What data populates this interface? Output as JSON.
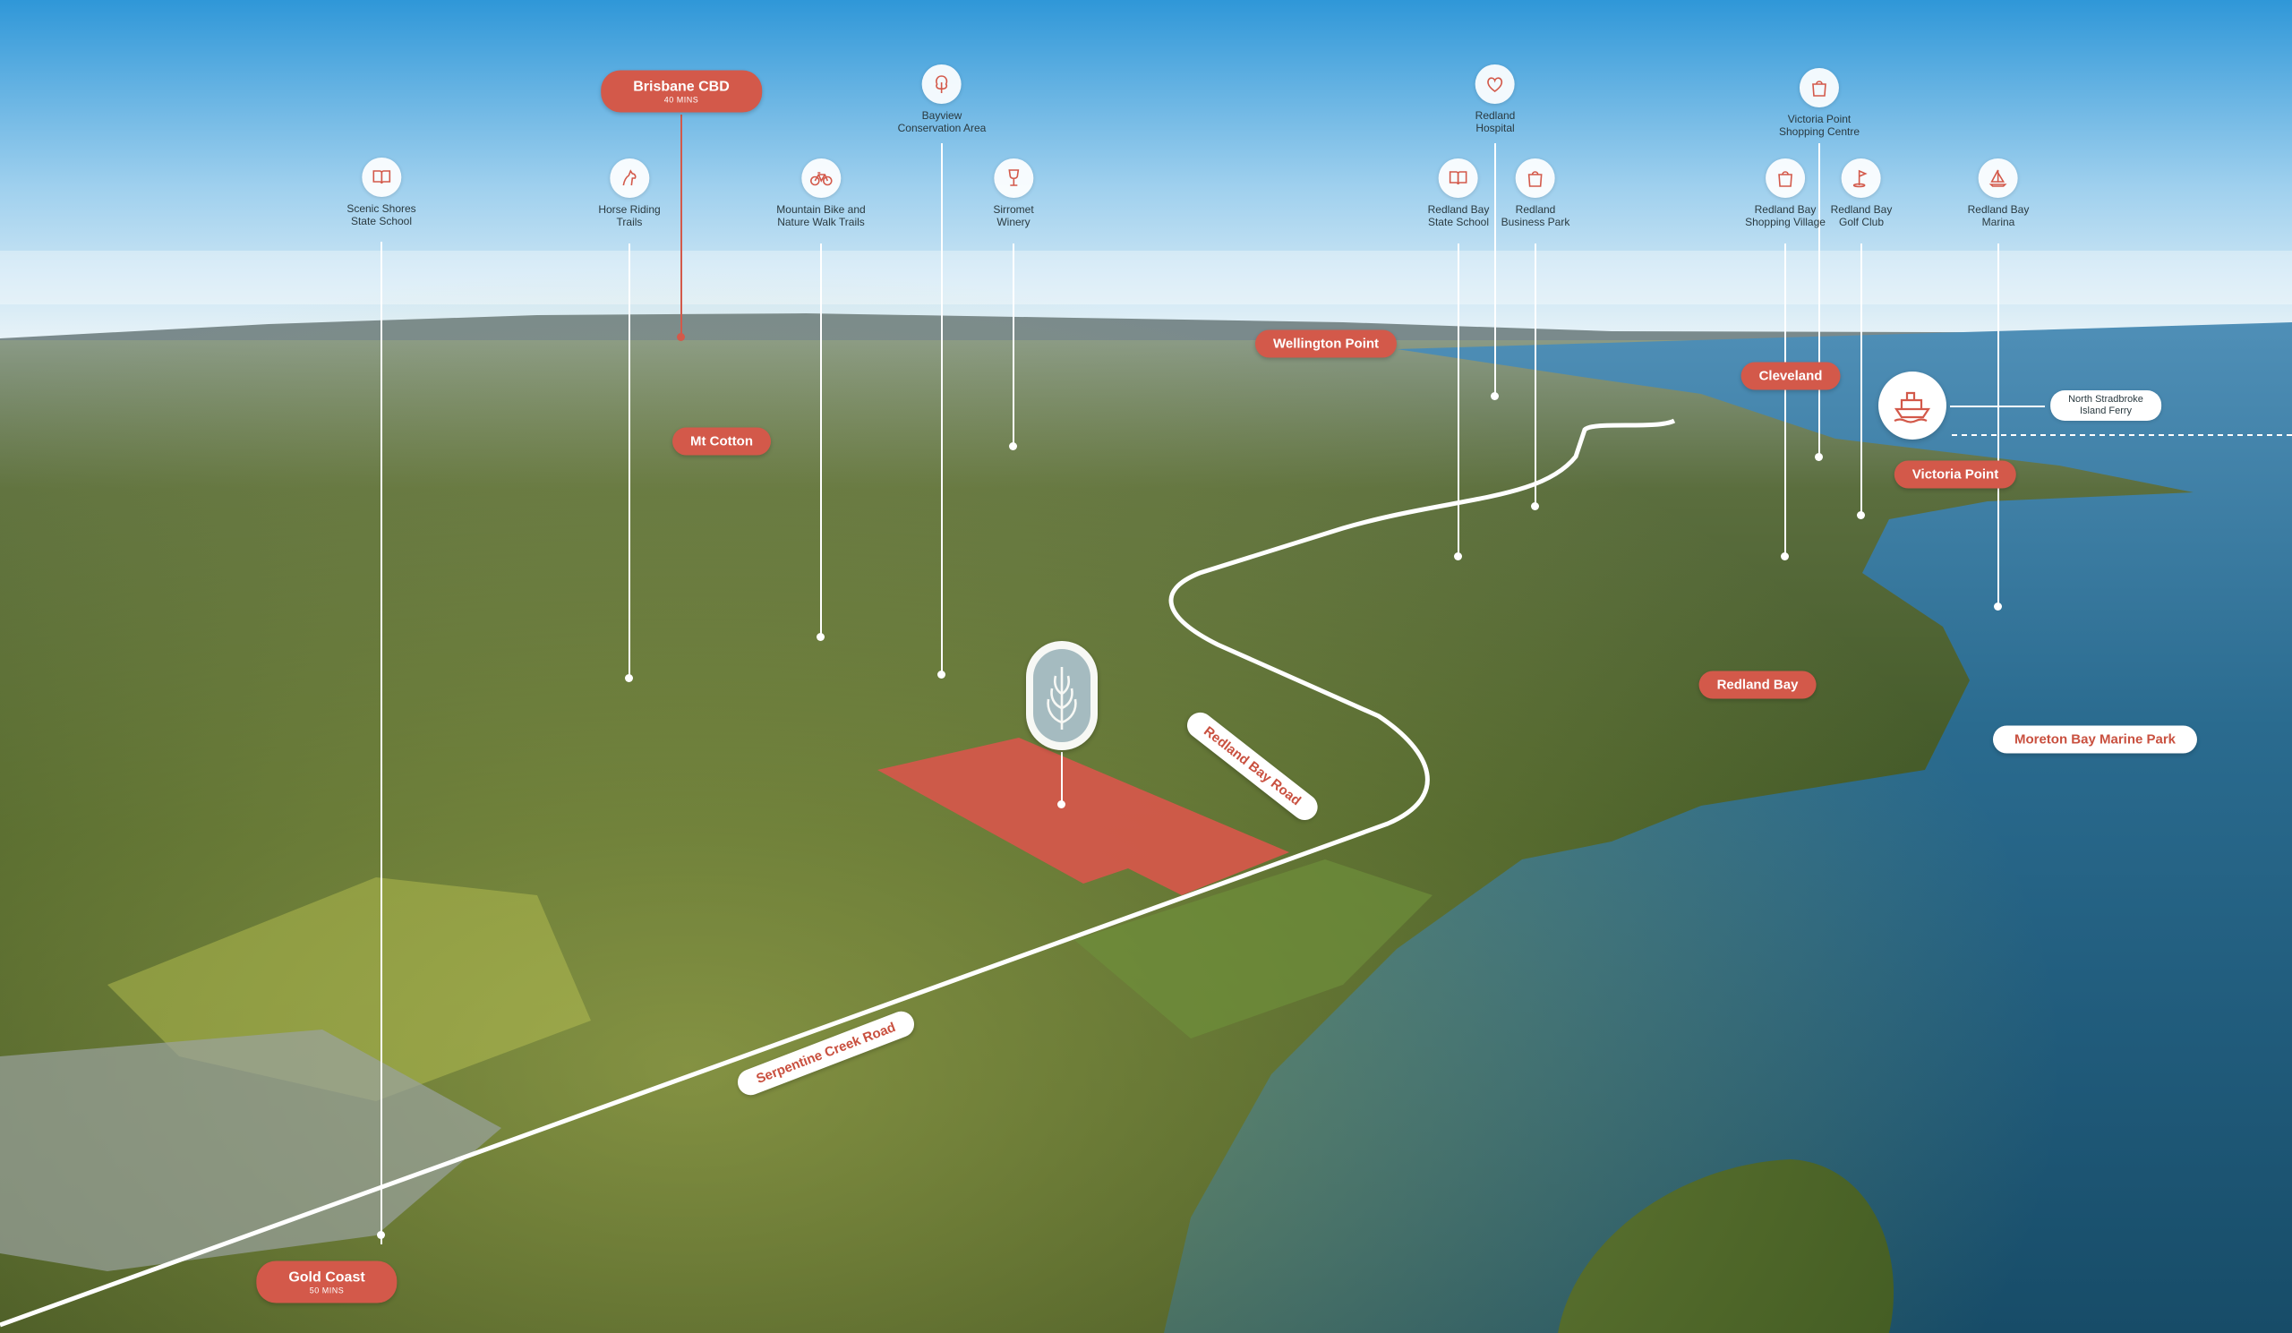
{
  "colors": {
    "accent": "#d3594a",
    "sky_top": "#3aa0dc",
    "water": "#1c5a78",
    "land": "#3f5a24",
    "site": "#d3594a"
  },
  "poi": [
    {
      "id": "scenic-shores-state-school",
      "label": "Scenic Shores\nState School",
      "icon": "book-icon"
    },
    {
      "id": "horse-riding-trails",
      "label": "Horse Riding\nTrails",
      "icon": "horse-icon"
    },
    {
      "id": "mountain-bike-trails",
      "label": "Mountain Bike and\nNature Walk Trails",
      "icon": "bicycle-icon"
    },
    {
      "id": "bayview-conservation",
      "label": "Bayview\nConservation Area",
      "icon": "tree-icon"
    },
    {
      "id": "sirromet-winery",
      "label": "Sirromet\nWinery",
      "icon": "wine-glass-icon"
    },
    {
      "id": "redland-hospital",
      "label": "Redland\nHospital",
      "icon": "heart-icon"
    },
    {
      "id": "redland-bay-state-school",
      "label": "Redland Bay\nState School",
      "icon": "book-icon"
    },
    {
      "id": "redland-business-park",
      "label": "Redland\nBusiness Park",
      "icon": "shopping-bag-icon"
    },
    {
      "id": "victoria-point-shopping",
      "label": "Victoria Point\nShopping Centre",
      "icon": "shopping-bag-icon"
    },
    {
      "id": "redland-bay-shopping",
      "label": "Redland Bay\nShopping Village",
      "icon": "shopping-bag-icon"
    },
    {
      "id": "redland-bay-golf",
      "label": "Redland Bay\nGolf Club",
      "icon": "golf-flag-icon"
    },
    {
      "id": "redland-bay-marina",
      "label": "Redland Bay\nMarina",
      "icon": "sailboat-icon"
    }
  ],
  "places": {
    "brisbane_cbd": {
      "name": "Brisbane CBD",
      "time": "40 MINS"
    },
    "gold_coast": {
      "name": "Gold Coast",
      "time": "50 MINS"
    },
    "wellington_point": "Wellington Point",
    "mt_cotton": "Mt Cotton",
    "cleveland": "Cleveland",
    "victoria_point": "Victoria Point",
    "redland_bay": "Redland Bay",
    "moreton_bay": "Moreton Bay Marine Park",
    "ferry": "North Stradbroke\nIsland Ferry"
  },
  "roads": {
    "serpentine": "Serpentine Creek Road",
    "redland_bay_road": "Redland Bay Road"
  }
}
